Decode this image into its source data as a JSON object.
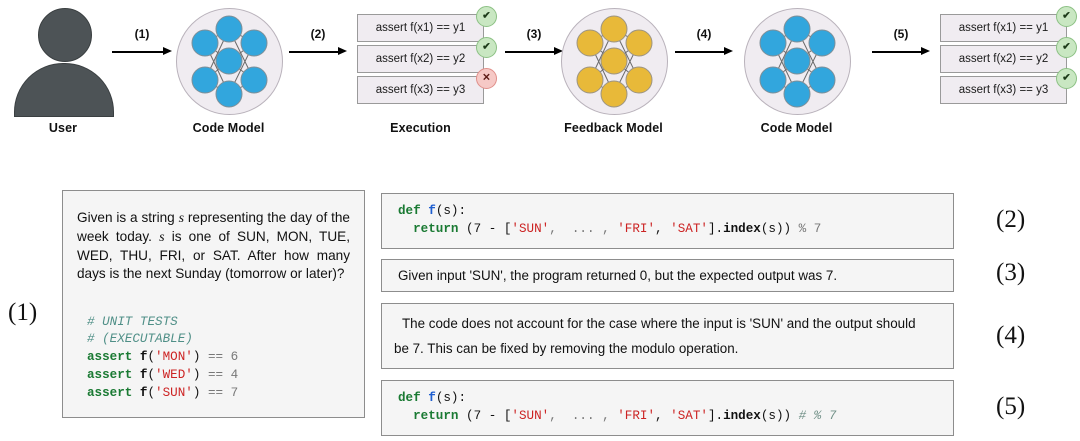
{
  "pipeline": {
    "stages": [
      {
        "id": "user",
        "label": "User",
        "icon": "user-icon"
      },
      {
        "id": "code-model-1",
        "label": "Code  Model",
        "icon": "neural-network-icon",
        "node_color": "#32a6dd"
      },
      {
        "id": "execution",
        "label": "Execution",
        "icon": "test-results-icon"
      },
      {
        "id": "feedback-model",
        "label": "Feedback Model",
        "icon": "neural-network-icon",
        "node_color": "#e8b939"
      },
      {
        "id": "code-model-2",
        "label": "Code  Model",
        "icon": "neural-network-icon",
        "node_color": "#32a6dd"
      },
      {
        "id": "execution-2",
        "label": "",
        "icon": "test-results-icon"
      }
    ],
    "arrows": [
      {
        "label": "(1)"
      },
      {
        "label": "(2)"
      },
      {
        "label": "(3)"
      },
      {
        "label": "(4)"
      },
      {
        "label": "(5)"
      }
    ],
    "execution_first": {
      "tests": [
        {
          "text": "assert f(x1) == y1",
          "status": "pass",
          "glyph": "✔"
        },
        {
          "text": "assert f(x2) == y2",
          "status": "pass",
          "glyph": "✔"
        },
        {
          "text": "assert f(x3) == y3",
          "status": "fail",
          "glyph": "✕"
        }
      ]
    },
    "execution_second": {
      "tests": [
        {
          "text": "assert f(x1) == y1",
          "status": "pass",
          "glyph": "✔"
        },
        {
          "text": "assert f(x2) == y2",
          "status": "pass",
          "glyph": "✔"
        },
        {
          "text": "assert f(x3) == y3",
          "status": "pass",
          "glyph": "✔"
        }
      ]
    }
  },
  "steps": {
    "one": "(1)",
    "two": "(2)",
    "three": "(3)",
    "four": "(4)",
    "five": "(5)"
  },
  "prompt_panel": {
    "text_line1": "Given is a string ",
    "var1": "s",
    "text_line2": " representing the day of the week today. ",
    "var2": "s",
    "text_line3": " is one of SUN, MON, TUE, WED, THU, FRI, or SAT. After how many days is the next Sunday (tomorrow or later)?",
    "code": {
      "comment1": "# UNIT TESTS",
      "comment2": "# (EXECUTABLE)",
      "tests": [
        {
          "kw": "assert",
          "fn": "f",
          "open": "(",
          "str": "'MON'",
          "close": ")",
          "op": "==",
          "num": "6"
        },
        {
          "kw": "assert",
          "fn": "f",
          "open": "(",
          "str": "'WED'",
          "close": ")",
          "op": "==",
          "num": "4"
        },
        {
          "kw": "assert",
          "fn": "f",
          "open": "(",
          "str": "'SUN'",
          "close": ")",
          "op": "==",
          "num": "7"
        }
      ]
    }
  },
  "code_panel_2": {
    "line1_kw": "def",
    "line1_fn": "f",
    "line1_rest": "(s):",
    "line2_kw": "return",
    "line2_a": " (7 - [",
    "line2_s1": "'SUN'",
    "line2_b": ",  ... , ",
    "line2_s2": "'FRI'",
    "line2_c": ", ",
    "line2_s3": "'SAT'",
    "line2_d": "].",
    "line2_index": "index",
    "line2_e": "(s)) ",
    "line2_mod": "% 7"
  },
  "feedback_panel_3": {
    "text": "Given input 'SUN', the program returned 0, but the expected output was 7."
  },
  "feedback_panel_4": {
    "line1": "The code does not account for the case where the input is 'SUN' and the output should",
    "line2": "be 7. This can be fixed by removing the modulo operation."
  },
  "code_panel_5": {
    "line1_kw": "def",
    "line1_fn": "f",
    "line1_rest": "(s):",
    "line2_kw": "return",
    "line2_a": " (7 - [",
    "line2_s1": "'SUN'",
    "line2_b": ",  ... , ",
    "line2_s2": "'FRI'",
    "line2_c": ", ",
    "line2_s3": "'SAT'",
    "line2_d": "].",
    "line2_index": "index",
    "line2_e": "(s)) ",
    "line2_mod": "# % 7"
  },
  "colors": {
    "node_blue": "#32a6dd",
    "node_yellow": "#e8b939",
    "circle_bg": "#f0ecf1",
    "pass_green": "#c9e7c2",
    "fail_red": "#f6c9c6",
    "user_gray": "#4d5356"
  }
}
